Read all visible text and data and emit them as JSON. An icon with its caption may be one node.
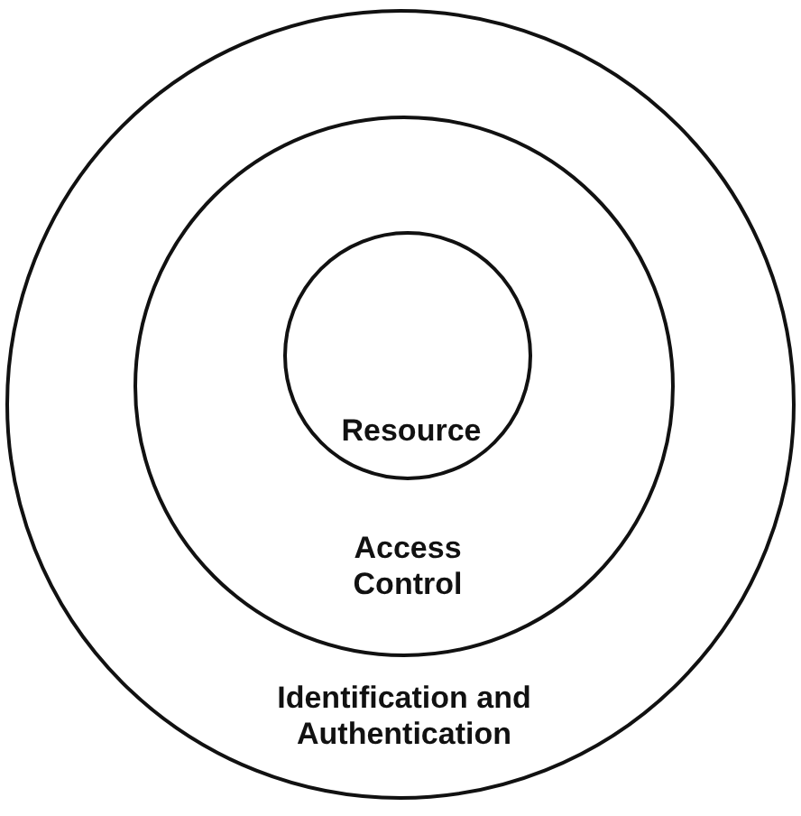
{
  "diagram": {
    "nodes": [
      {
        "text": [
          "Identification and Authentication"
        ]
      },
      {
        "text": [
          "Access Control"
        ],
        "in": 0
      },
      {
        "text": [
          "Resource"
        ],
        "in": 1
      }
    ]
  }
}
